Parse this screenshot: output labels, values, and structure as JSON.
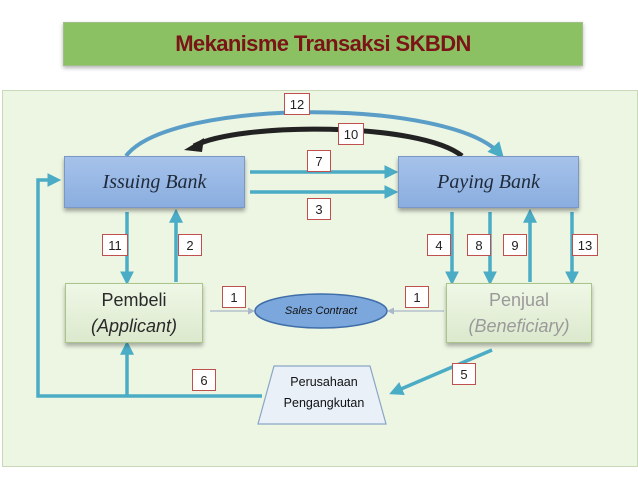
{
  "title": "Mekanisme Transaksi SKBDN",
  "nodes": {
    "issuing_bank": "Issuing Bank",
    "paying_bank": "Paying Bank",
    "buyer": "Pembeli",
    "buyer_role": "(Applicant)",
    "seller": "Penjual",
    "seller_role": "(Beneficiary)",
    "contract": "Sales Contract",
    "shipping_line1": "Perusahaan",
    "shipping_line2": "Pengangkutan"
  },
  "steps": [
    "12",
    "10",
    "7",
    "3",
    "11",
    "2",
    "4",
    "8",
    "9",
    "13",
    "1",
    "1",
    "5",
    "6"
  ],
  "colors": {
    "title_background": "#8cc163",
    "title_text": "#7a1416",
    "panel": "#edf5e3",
    "bank_fill": "#95b5e4",
    "arrow": "#4bacc6",
    "number_border": "#c0504d"
  }
}
